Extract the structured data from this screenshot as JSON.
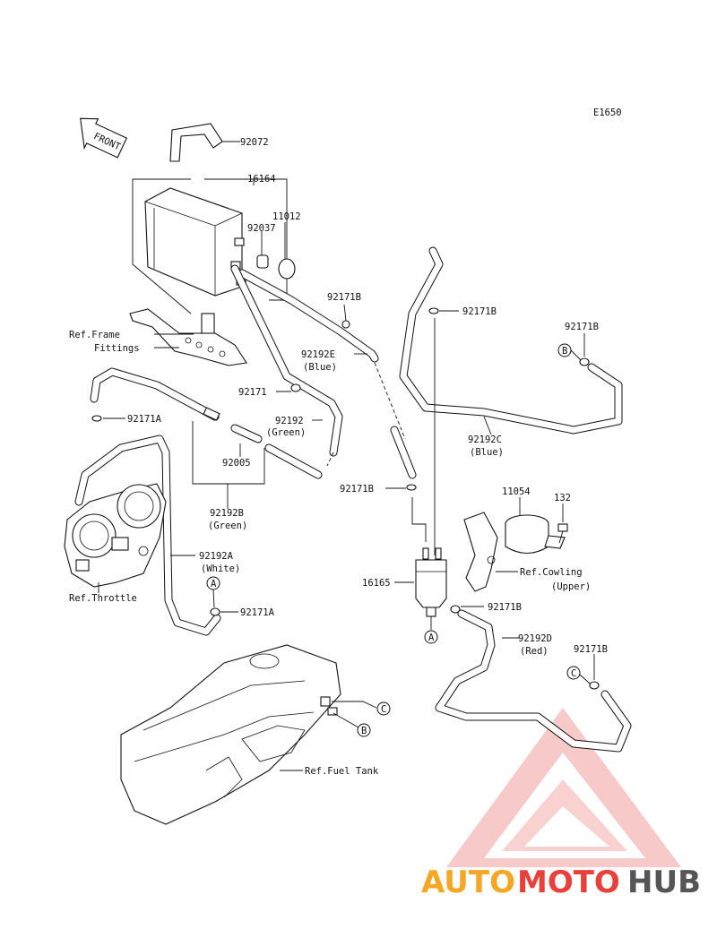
{
  "diagram_code": "E1650",
  "front_label": "FRONT",
  "labels": {
    "p92072": "92072",
    "p16164": "16164",
    "p92037": "92037",
    "p11012": "11012",
    "p92171B_a": "92171B",
    "p92171B_b": "92171B",
    "p92171B_c": "92171B",
    "p92171B_d": "92171B",
    "p92171B_e": "92171B",
    "p92171B_f": "92171B",
    "p92192E": "92192E",
    "blue1": "(Blue)",
    "p92171": "92171",
    "p92192": "92192",
    "green1": "(Green)",
    "p92192C": "92192C",
    "blue2": "(Blue)",
    "ref_frame": "Ref.Frame",
    "fittings": "Fittings",
    "p92171A_a": "92171A",
    "p92171A_b": "92171A",
    "p92005": "92005",
    "p92192B": "92192B",
    "green2": "(Green)",
    "p92192A": "92192A",
    "white": "(White)",
    "ref_throttle": "Ref.Throttle",
    "p11054": "11054",
    "p132": "132",
    "ref_cowling": "Ref.Cowling",
    "upper": "(Upper)",
    "p16165": "16165",
    "p92192D": "92192D",
    "red": "(Red)",
    "ref_fuel_tank": "Ref.Fuel Tank",
    "circ_a1": "A",
    "circ_a2": "A",
    "circ_b1": "B",
    "circ_b2": "B",
    "circ_c1": "C",
    "circ_c2": "C"
  },
  "watermark": {
    "part1": "AUTO",
    "part2": "MOTO",
    "part3": "HUB",
    "colors": {
      "orange": "#f5a623",
      "red": "#e8413c",
      "gray": "#555555",
      "triangle": "#ef6b6b"
    }
  }
}
